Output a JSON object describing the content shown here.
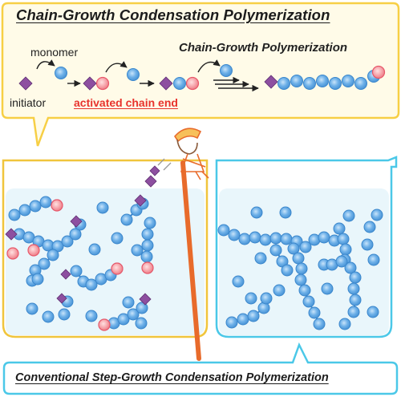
{
  "top_panel": {
    "title": "Chain-Growth Condensation Polymerization",
    "monomer_label": "monomer",
    "initiator_label": "initiator",
    "active_end_label": "activated chain end",
    "chain_growth_label": "Chain-Growth Polymerization"
  },
  "bottom_panel": {
    "title": "Conventional Step-Growth Condensation Polymerization"
  },
  "colors": {
    "panel_border": "#f7cf45",
    "beaker_left_border": "#f0c53c",
    "beaker_right_border": "#4bc8e8",
    "liquid": "#e9f6fb",
    "monomer_fill": "#5aa6e2",
    "active_end_fill": "#f59fa4",
    "initiator_fill": "#8d4fa0",
    "stirrer": "#e86b2b",
    "active_label": "#e8332d"
  },
  "icons": [
    "monomer-bead",
    "initiator-diamond",
    "active-end-bead",
    "arrow",
    "beaker",
    "stirring-rod",
    "person-figure"
  ]
}
